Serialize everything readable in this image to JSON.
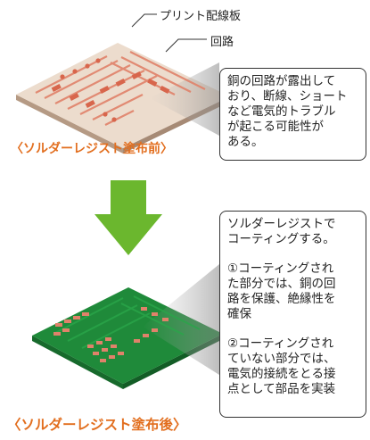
{
  "callouts": {
    "pcb": "プリント配線板",
    "circuit": "回路"
  },
  "before": {
    "caption": "〈ソルダーレジスト塗布前〉",
    "note": "銅の回路が露出して\nおり、断線、ショート\nなど電気的トラブル\nが起こる可能性が\nある。"
  },
  "after": {
    "caption": "〈ソルダーレジスト塗布後〉",
    "note_intro": "ソルダーレジストで\nコーティングする。",
    "note_point1": "①コーティングされ\nた部分では、銅の回\n路を保護、絶縁性を\n確保",
    "note_point2": "②コーティングされ\nていない部分では、\n電気的接続をとる接\n点として部品を実装"
  },
  "colors": {
    "caption": "#e26e1e",
    "arrow": "#6bb72e",
    "board_before": "#e8d9cb",
    "trace_copper": "#e0826a",
    "board_after": "#1f8a3a"
  }
}
